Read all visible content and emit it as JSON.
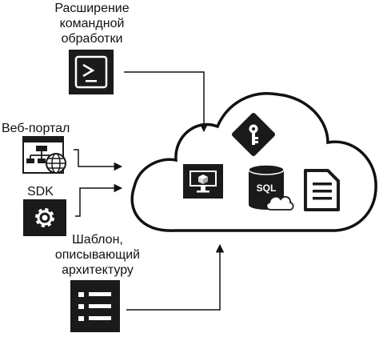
{
  "colors": {
    "stroke": "#111111",
    "dark": "#1a1a1a",
    "background": "#ffffff"
  },
  "labels": {
    "cmd_line1": "Расширение",
    "cmd_line2": "командной",
    "cmd_line3": "обработки",
    "portal": "Веб-портал",
    "sdk": "SDK",
    "tpl_line1": "Шаблон,",
    "tpl_line2": "описывающий",
    "tpl_line3": "архитектуру",
    "sql": "SQL"
  },
  "icons": [
    "terminal-icon",
    "sitemap-globe-icon",
    "gear-icon",
    "list-icon",
    "key-icon",
    "monitor-icon",
    "sql-database-icon",
    "document-icon",
    "cloud-icon"
  ]
}
